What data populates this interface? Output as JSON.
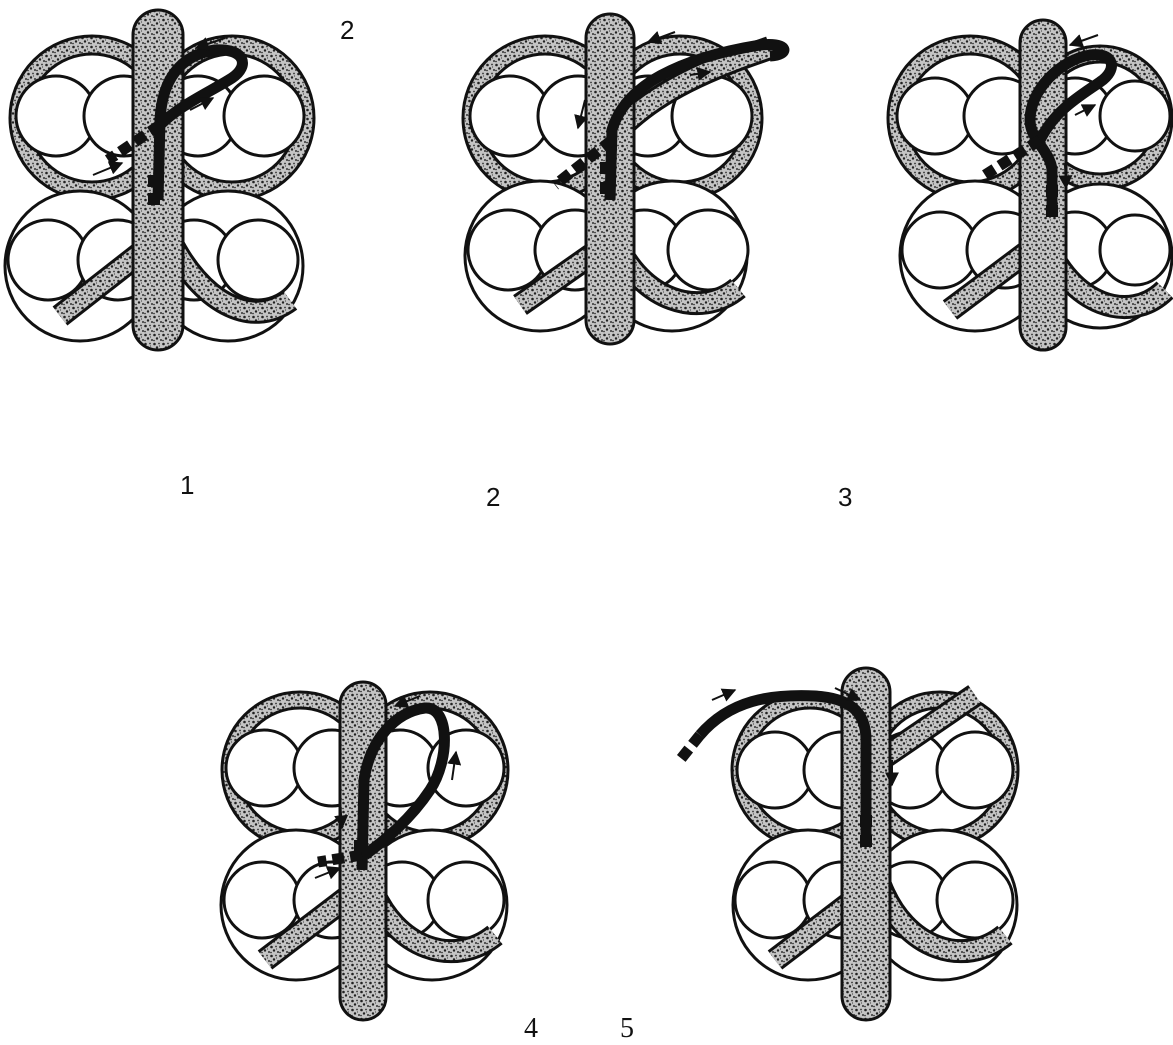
{
  "labels": {
    "top_marker": "2",
    "fig1": "1",
    "fig2": "2",
    "fig3": "3",
    "fig4": "4",
    "fig5": "5"
  },
  "colors": {
    "ink": "#111111",
    "paper": "#ffffff",
    "speckle_bg": "#bdbdbd"
  },
  "icons": {
    "flow_arrow": "arrow-icon",
    "lace_end": "aglet-icon"
  }
}
